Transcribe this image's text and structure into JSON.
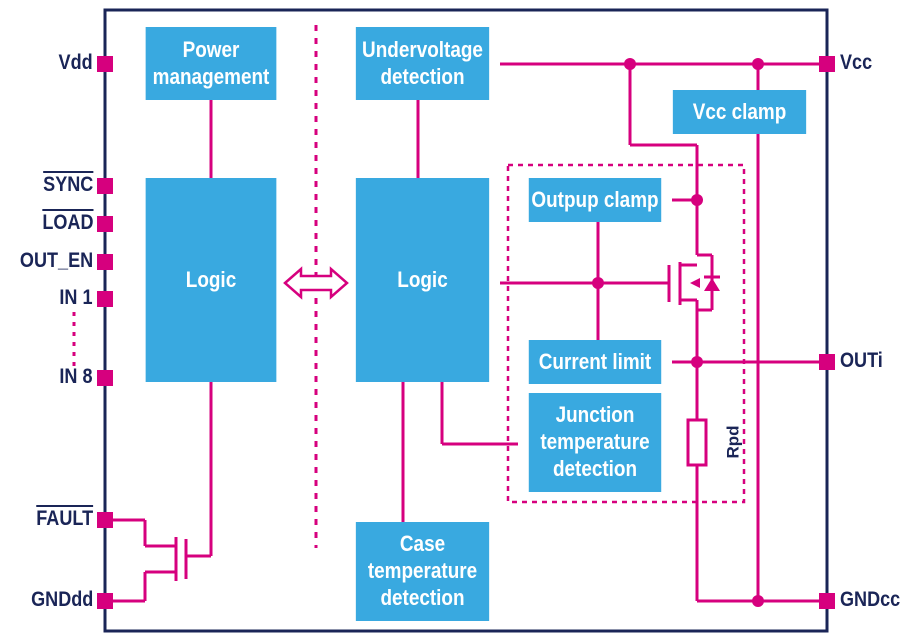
{
  "colors": {
    "border": "#1a2557",
    "wire": "#d6007e",
    "block": "#39a9e0",
    "block_text": "#ffffff",
    "pin_text": "#1a2557"
  },
  "blocks": {
    "power_management": "Power\nmanagement",
    "logic_left": "Logic",
    "undervoltage": "Undervoltage\ndetection",
    "logic_right": "Logic",
    "vcc_clamp": "Vcc clamp",
    "output_clamp": "Outpup clamp",
    "current_limit": "Current limit",
    "junction_temp": "Junction\ntemperature\ndetection",
    "case_temp": "Case\ntemperature\ndetection"
  },
  "pins_left": {
    "vdd": "Vdd",
    "sync": "SYNC",
    "load": "LOAD",
    "out_en": "OUT_EN",
    "in1": "IN 1",
    "in8": "IN 8",
    "fault": "FAULT",
    "gnddd": "GNDdd"
  },
  "pins_right": {
    "vcc": "Vcc",
    "outi": "OUTi",
    "gndcc": "GNDcc"
  },
  "resistor_label": "Rpd"
}
